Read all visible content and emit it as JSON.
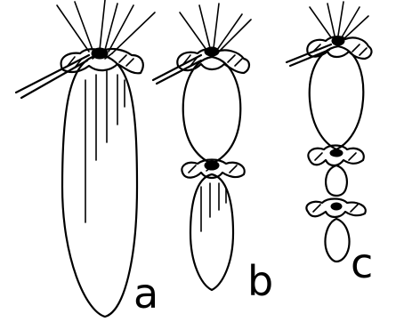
{
  "figure": {
    "panels": [
      {
        "id": "a",
        "label": "a"
      },
      {
        "id": "b",
        "label": "b"
      },
      {
        "id": "c",
        "label": "c"
      }
    ]
  },
  "colors": {
    "ink": "#000000",
    "background": "#ffffff"
  }
}
